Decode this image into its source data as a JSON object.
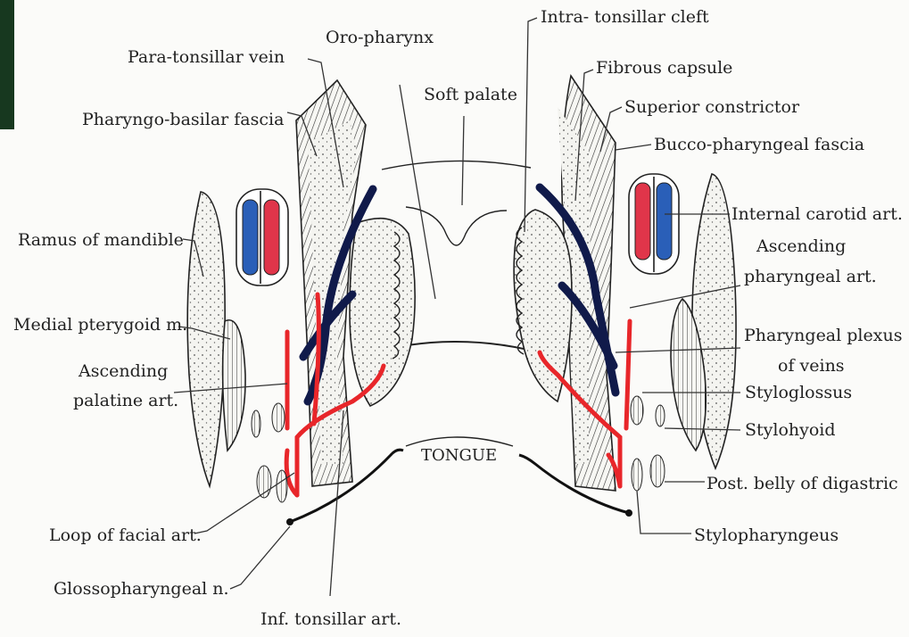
{
  "labels": {
    "para_tonsillar_vein": "Para-tonsillar vein",
    "oro_pharynx": "Oro-pharynx",
    "intra_tonsillar_cleft": "Intra- tonsillar cleft",
    "fibrous_capsule": "Fibrous capsule",
    "soft_palate": "Soft palate",
    "pharyngo_basilar_fascia": "Pharyngo-basilar fascia",
    "superior_constrictor": "Superior constrictor",
    "bucco_pharyngeal_fascia": "Bucco-pharyngeal fascia",
    "ramus_of_mandible": "Ramus of mandible",
    "internal_carotid_art": "Internal carotid art.",
    "ascending_pharyngeal_line1": "Ascending",
    "ascending_pharyngeal_line2": "pharyngeal art.",
    "medial_pterygoid": "Medial pterygoid m.",
    "pharyngeal_plexus_line1": "Pharyngeal plexus",
    "pharyngeal_plexus_line2": "of veins",
    "ascending_palatine_line1": "Ascending",
    "ascending_palatine_line2": "palatine art.",
    "styloglossus": "Styloglossus",
    "stylohyoid": "Stylohyoid",
    "tongue": "TONGUE",
    "post_belly_digastric": "Post. belly of digastric",
    "loop_of_facial_art": "Loop of facial art.",
    "stylopharyngeus": "Stylopharyngeus",
    "glossopharyngeal_n": "Glossopharyngeal n.",
    "inf_tonsillar_art": "Inf. tonsillar art."
  },
  "colors": {
    "artery": "#e8262a",
    "vein": "#101a4a",
    "carotid_red": "#e0354a",
    "carotid_blue": "#2a5fb8",
    "corner_block": "#17381f"
  }
}
